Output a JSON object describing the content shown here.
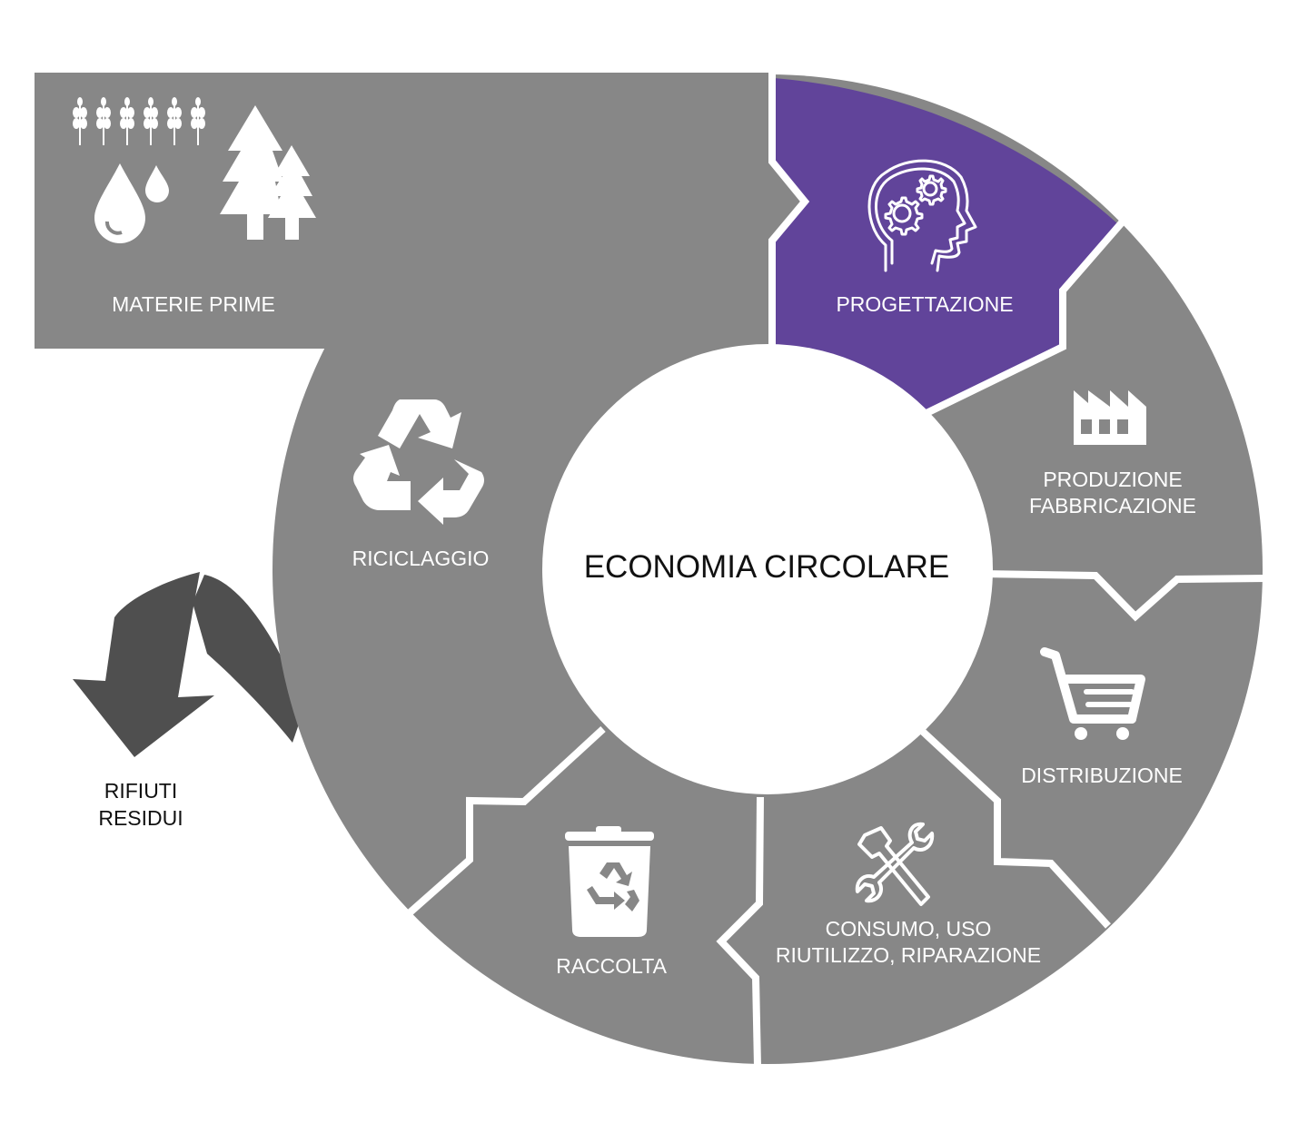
{
  "center": {
    "title": "ECONOMIA CIRCOLARE"
  },
  "stages": {
    "materie_prime": {
      "label": "MATERIE PRIME",
      "icons": [
        "wheat-icon",
        "water-drop-icon",
        "tree-icon"
      ]
    },
    "progettazione": {
      "label": "PROGETTAZIONE",
      "icon": "head-gears-icon"
    },
    "produzione": {
      "line1": "PRODUZIONE",
      "line2": "FABBRICAZIONE",
      "icon": "factory-icon"
    },
    "distribuzione": {
      "label": "DISTRIBUZIONE",
      "icon": "shopping-cart-icon"
    },
    "consumo": {
      "line1": "CONSUMO, USO",
      "line2": "RIUTILIZZO, RIPARAZIONE",
      "icon": "tools-icon"
    },
    "raccolta": {
      "label": "RACCOLTA",
      "icon": "recycle-bin-icon"
    },
    "riciclaggio": {
      "label": "RICICLAGGIO",
      "icon": "recycle-icon"
    }
  },
  "waste": {
    "line1": "RIFIUTI",
    "line2": "RESIDUI",
    "icon": "down-arrow-icon"
  },
  "colors": {
    "segment_gray": "#878787",
    "highlight_purple": "#61449a",
    "waste_arrow": "#4f4f4f",
    "center_fill": "#ffffff",
    "text_light": "#ffffff",
    "text_dark": "#111111"
  }
}
